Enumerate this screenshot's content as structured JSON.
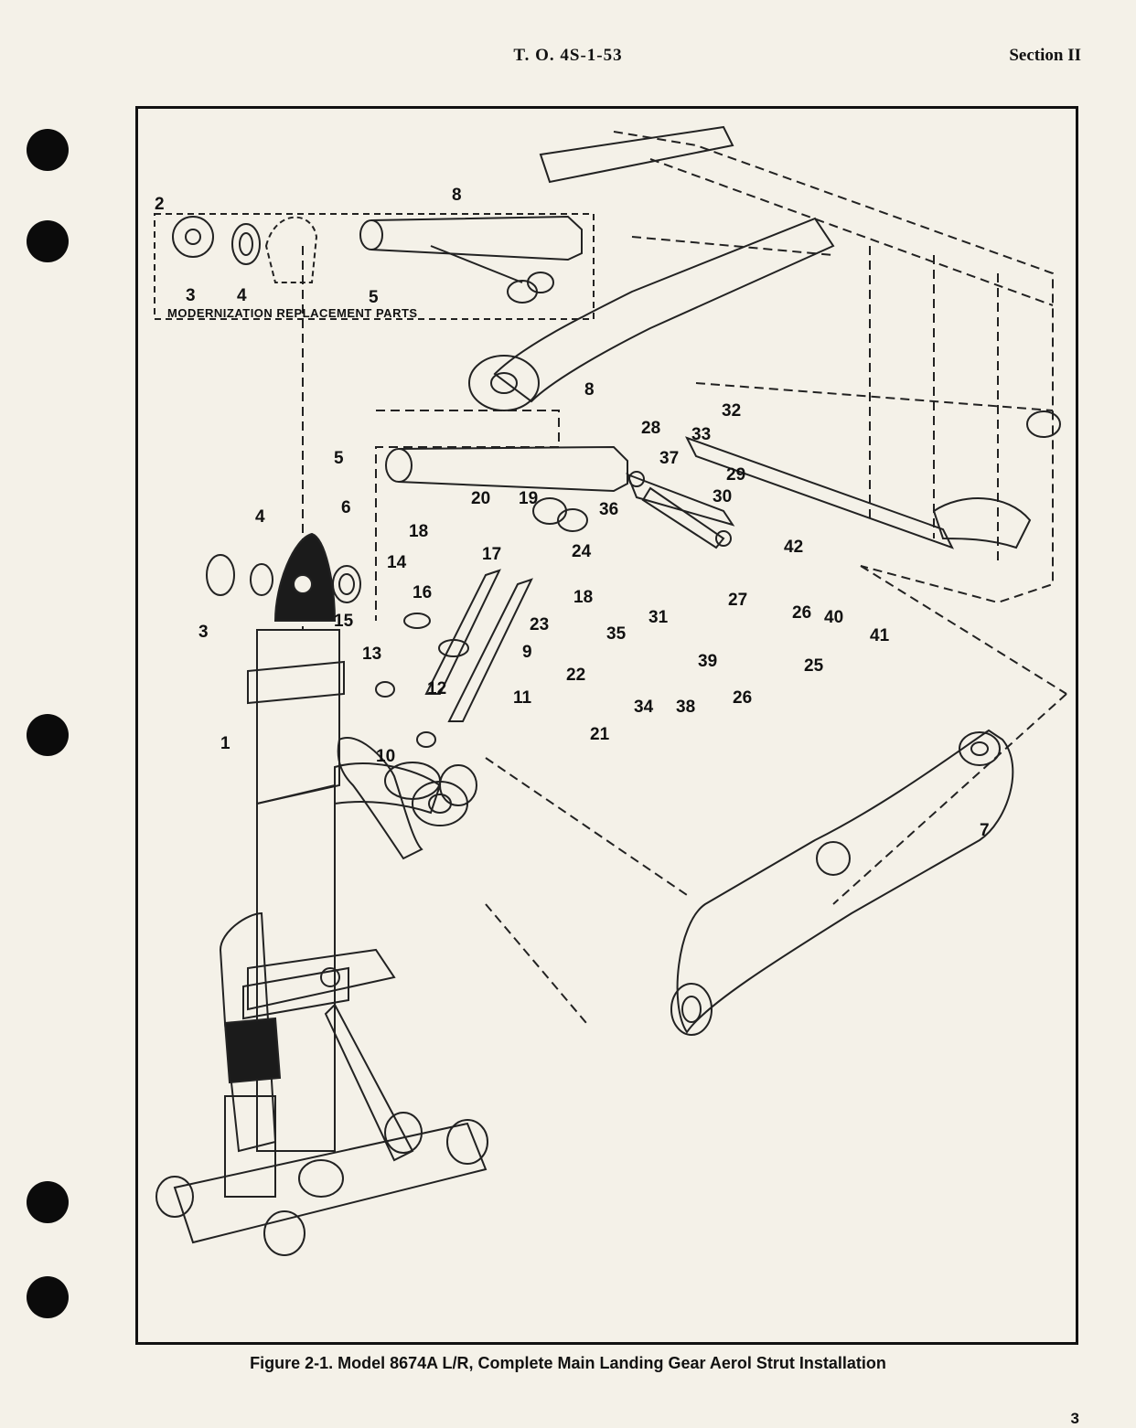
{
  "header": {
    "doc_number": "T. O. 4S-1-53",
    "section": "Section II"
  },
  "figure": {
    "inset_label": "MODERNIZATION REPLACEMENT PARTS",
    "callouts": [
      "2",
      "3",
      "4",
      "5",
      "8",
      "8",
      "5",
      "6",
      "4",
      "3",
      "1",
      "14",
      "15",
      "16",
      "13",
      "18",
      "17",
      "20",
      "19",
      "24",
      "18",
      "23",
      "22",
      "12",
      "10",
      "9",
      "11",
      "21",
      "36",
      "35",
      "34",
      "31",
      "28",
      "37",
      "33",
      "32",
      "29",
      "30",
      "26",
      "40",
      "42",
      "41",
      "25",
      "27",
      "38",
      "39",
      "26",
      "7"
    ],
    "caption": "Figure 2-1.  Model 8674A L/R, Complete Main Landing Gear Aerol Strut Installation"
  },
  "page_number": "3",
  "icons": [
    "binder-hole"
  ]
}
